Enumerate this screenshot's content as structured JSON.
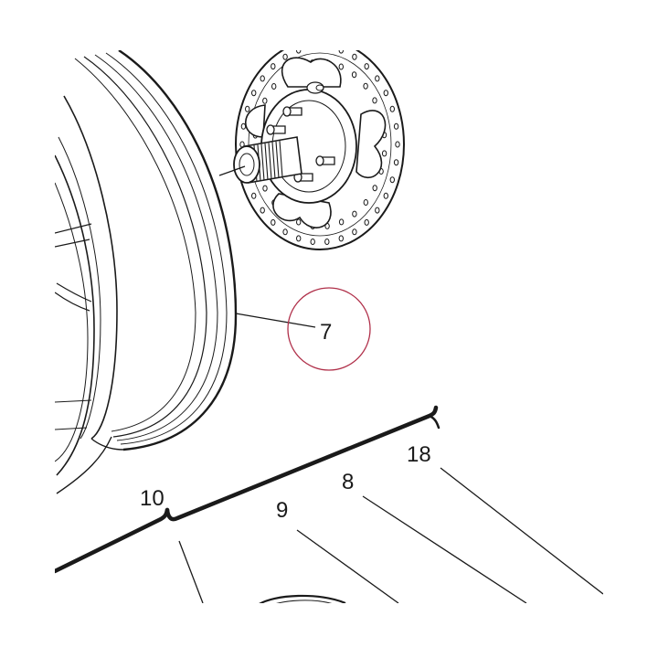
{
  "diagram": {
    "callouts": {
      "wheel": "7",
      "axle_group": "10",
      "part_9": "9",
      "part_8": "8",
      "part_18": "18"
    },
    "highlight_color": "#b0304a",
    "line_color": "#1a1a1a"
  }
}
